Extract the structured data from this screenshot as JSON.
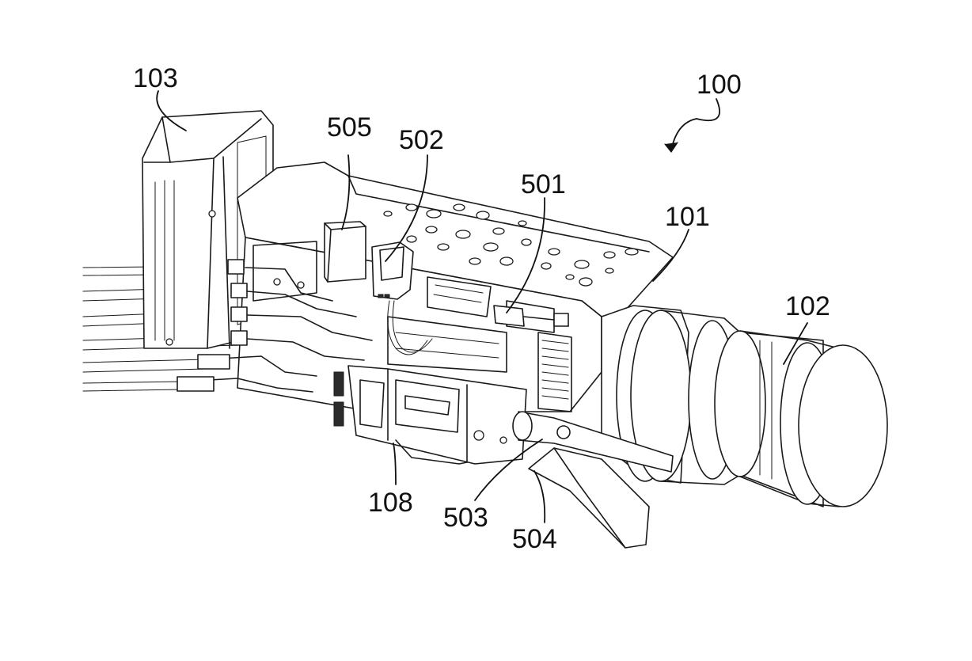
{
  "figure": {
    "labels": {
      "system": "100",
      "camera_body": "101",
      "lens": "102",
      "battery": "103",
      "side_module": "108",
      "connector_a": "501",
      "connector_b": "502",
      "grip_shaft": "503",
      "handle": "504",
      "card_module": "505"
    }
  }
}
